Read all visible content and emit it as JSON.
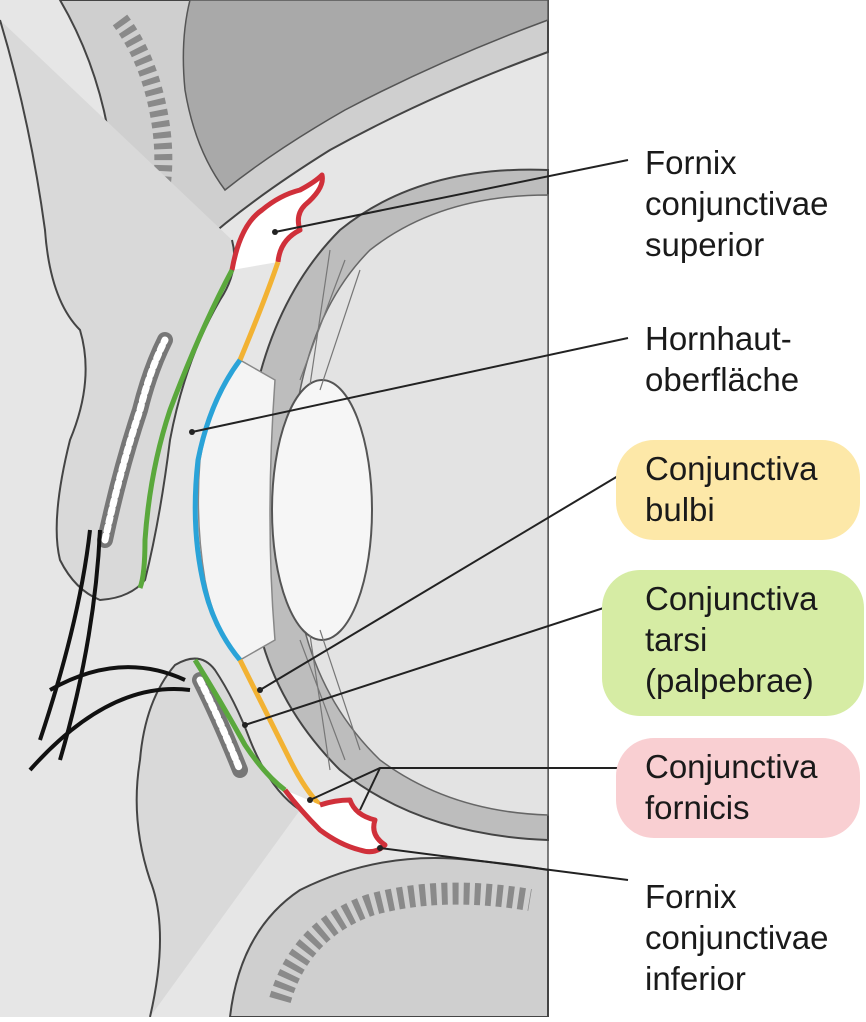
{
  "labels": {
    "fornix_superior": [
      "Fornix",
      "conjunctivae",
      "superior"
    ],
    "hornhaut": [
      "Hornhaut-",
      "oberfläche"
    ],
    "bulbi": [
      "Conjunctiva",
      "bulbi"
    ],
    "tarsi": [
      "Conjunctiva",
      "tarsi",
      "(palpebrae)"
    ],
    "fornicis": [
      "Conjunctiva",
      "fornicis"
    ],
    "fornix_inferior": [
      "Fornix",
      "conjunctivae",
      "inferior"
    ]
  },
  "colors": {
    "fornicis": "#d0303a",
    "bulbi": "#f2b233",
    "tarsi": "#5aa83c",
    "cornea": "#2aa3d8",
    "bulbi_box": "#fde8a8",
    "tarsi_box": "#d6eca4",
    "fornicis_box": "#f9cfd2",
    "bone": "#9a9a9a",
    "tissue": "#dcdcdc",
    "dark_tissue": "#b9b9b9"
  }
}
